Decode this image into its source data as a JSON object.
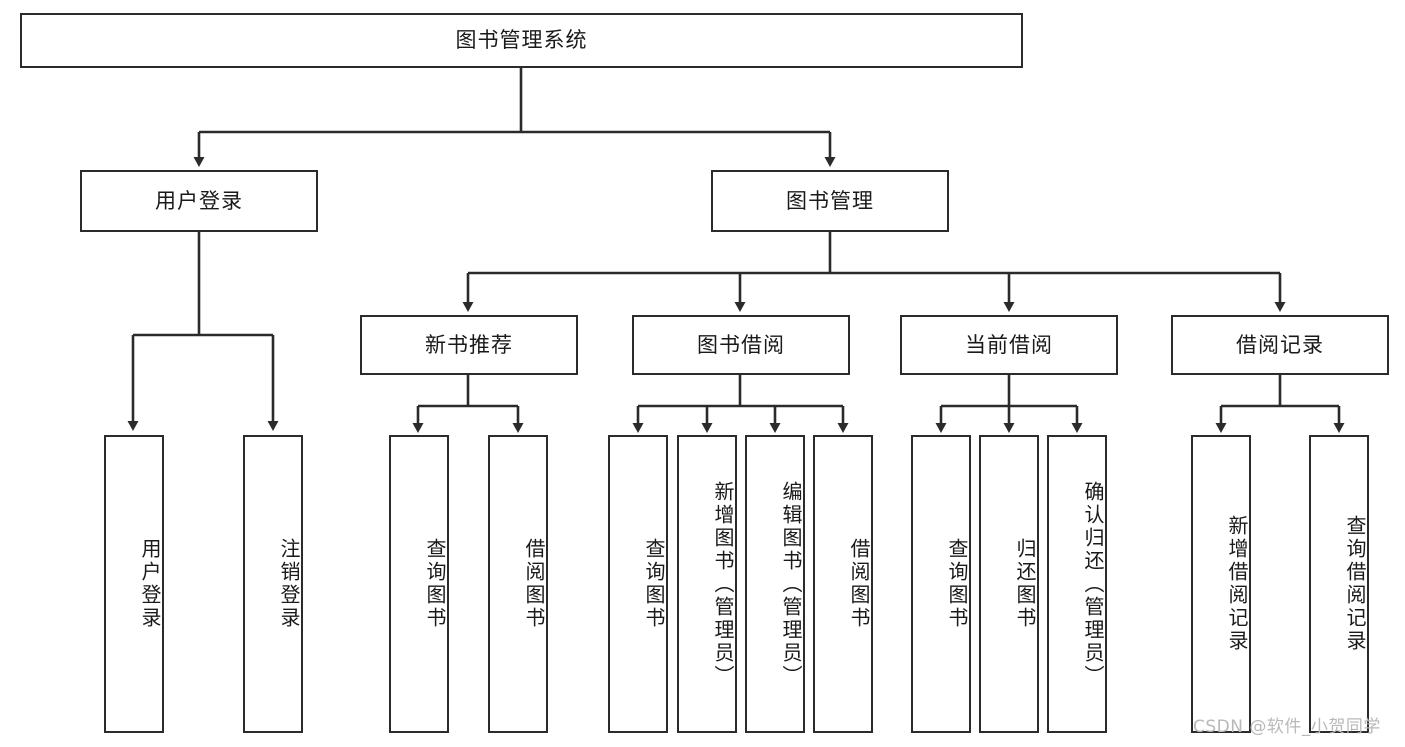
{
  "diagram": {
    "type": "tree-hierarchy",
    "title": "图书管理系统",
    "watermark": "CSDN @软件_小贺同学",
    "colors": {
      "box_border": "#2b2b2b",
      "box_fill": "#ffffff",
      "connector": "#2b2b2b",
      "background": "#ffffff",
      "watermark": "#b9b9b9"
    },
    "levels": {
      "root": {
        "label": "图书管理系统"
      },
      "level2": [
        {
          "label": "用户登录"
        },
        {
          "label": "图书管理"
        }
      ],
      "level3": [
        {
          "label": "新书推荐"
        },
        {
          "label": "图书借阅"
        },
        {
          "label": "当前借阅"
        },
        {
          "label": "借阅记录"
        }
      ],
      "leaves": {
        "user_login": [
          {
            "label": "用户登录"
          },
          {
            "label": "注销登录"
          }
        ],
        "new_book_recommend": [
          {
            "label": "查询图书"
          },
          {
            "label": "借阅图书"
          }
        ],
        "book_borrow": [
          {
            "label": "查询图书"
          },
          {
            "label": "新增图书（管理员）"
          },
          {
            "label": "编辑图书（管理员）"
          },
          {
            "label": "借阅图书"
          }
        ],
        "current_borrow": [
          {
            "label": "查询图书"
          },
          {
            "label": "归还图书"
          },
          {
            "label": "确认归还（管理员）"
          }
        ],
        "borrow_record": [
          {
            "label": "新增借阅记录"
          },
          {
            "label": "查询借阅记录"
          }
        ]
      }
    }
  }
}
